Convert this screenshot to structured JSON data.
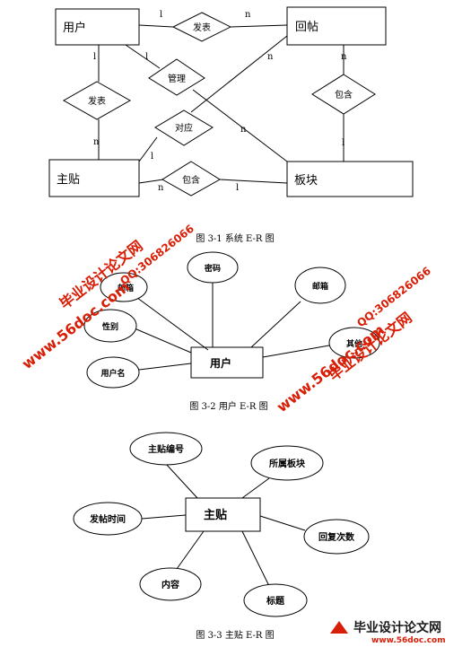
{
  "figure1": {
    "entities": {
      "user": "用户",
      "reply": "回帖",
      "post": "主贴",
      "board": "板块"
    },
    "relations": {
      "publish_top": "发表",
      "manage": "管理",
      "publish_left": "发表",
      "correspond": "对应",
      "contain_right": "包含",
      "contain_bottom": "包含"
    },
    "cardinality": {
      "user_reply_1": "l",
      "user_reply_n": "n",
      "user_post_1": "l",
      "user_post_n": "n",
      "user_board_1": "l",
      "user_board_n": "n",
      "reply_post_n": "n",
      "reply_post_1": "l",
      "reply_board_n": "n",
      "reply_board_1": "l",
      "post_board_n": "n",
      "post_board_1": "l"
    },
    "caption": "图 3-1  系统 E-R 图"
  },
  "figure2": {
    "entity": "用户",
    "attributes": {
      "password": "密码",
      "mail_top": "邮箱",
      "mail_right": "邮箱",
      "gender": "性别",
      "username": "用户名",
      "other": "其他"
    },
    "caption": "图 3-2  用户 E-R 图"
  },
  "figure3": {
    "entity": "主贴",
    "attributes": {
      "post_id": "主贴编号",
      "board": "所属板块",
      "post_time": "发帖时间",
      "reply_count": "回复次数",
      "content": "内容",
      "title": "标题"
    },
    "caption": "图 3-3  主贴 E-R 图"
  },
  "watermarks": {
    "site_cn": "毕业设计论文网",
    "site_url": "www.56doc.com",
    "qq": "QQ:306826066",
    "logo_cn": "毕业设计论文网",
    "logo_url": "www.56doc.com"
  }
}
